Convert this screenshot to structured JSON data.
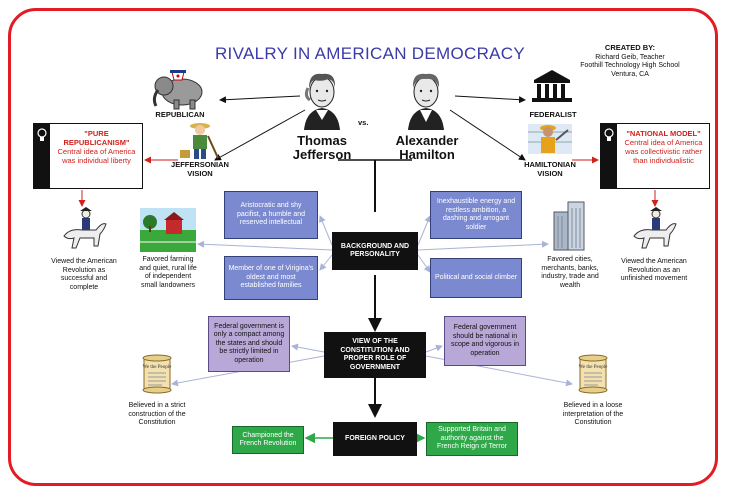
{
  "title": "RIVALRY IN AMERICAN DEMOCRACY",
  "credit": {
    "heading": "CREATED BY:",
    "line1": "Richard Geib, Teacher",
    "line2": "Foothill Technology High School",
    "line3": "Ventura, CA"
  },
  "left": {
    "party": "REPUBLICAN",
    "name_first": "Thomas",
    "name_last": "Jefferson",
    "vision": "JEFFERSONIAN VISION",
    "idea_title": "\"PURE REPUBLICANISM\"",
    "idea_text": "Central idea of America was individual liberty",
    "revolution": "Viewed the American Revolution as successful and complete",
    "farming": "Favored farming and quiet, rural life of independent small landowners",
    "background1": "Aristocratic and shy pacifist, a humble and reserved intellectual",
    "background2": "Member of one of Virigina's oldest and most established families",
    "constitution": "Federal government is only a compact among the states and should be strictly limited in operation",
    "construction": "Believed in a strict construction of the Constitution",
    "foreign": "Championed the French Revolution"
  },
  "right": {
    "party": "FEDERALIST",
    "name_first": "Alexander",
    "name_last": "Hamilton",
    "vision": "HAMILTONIAN VISION",
    "idea_title": "\"NATIONAL MODEL\"",
    "idea_text": "Central idea of America was collectivistic rather than individualistic",
    "revolution": "Viewed the American Revolution as an unfinished movement",
    "cities": "Favored cities, merchants, banks, industry, trade and wealth",
    "background1": "Inexhaustible energy and restless ambition, a dashing and arrogant soldier",
    "background2": "Political and social climber",
    "constitution": "Federal government should be national in scope and vigorous in operation",
    "construction": "Believed in a loose interpretation of the Constitution",
    "foreign": "Supported Britain and authority against the French Reign of Terror"
  },
  "vs": "vs.",
  "center": {
    "background": "BACKGROUND AND PERSONALITY",
    "constitution": "VIEW OF THE CONSTITUTION AND PROPER ROLE OF GOVERNMENT",
    "foreign": "FOREIGN POLICY"
  },
  "scroll_text": "We the People",
  "colors": {
    "frame": "#e31b23",
    "title": "#3b3aa8",
    "blue_box": "#7b8ad0",
    "purple_box": "#b8a8d8",
    "green_box": "#2fa84a",
    "black_box": "#111111",
    "idea_text": "#d0211b"
  },
  "icons": [
    "elephant-icon",
    "portrait-icon",
    "capitol-icon",
    "lightbulb-icon",
    "farmer-icon",
    "worker-icon",
    "horse-rider-icon",
    "farm-icon",
    "skyscraper-icon",
    "scroll-icon"
  ]
}
